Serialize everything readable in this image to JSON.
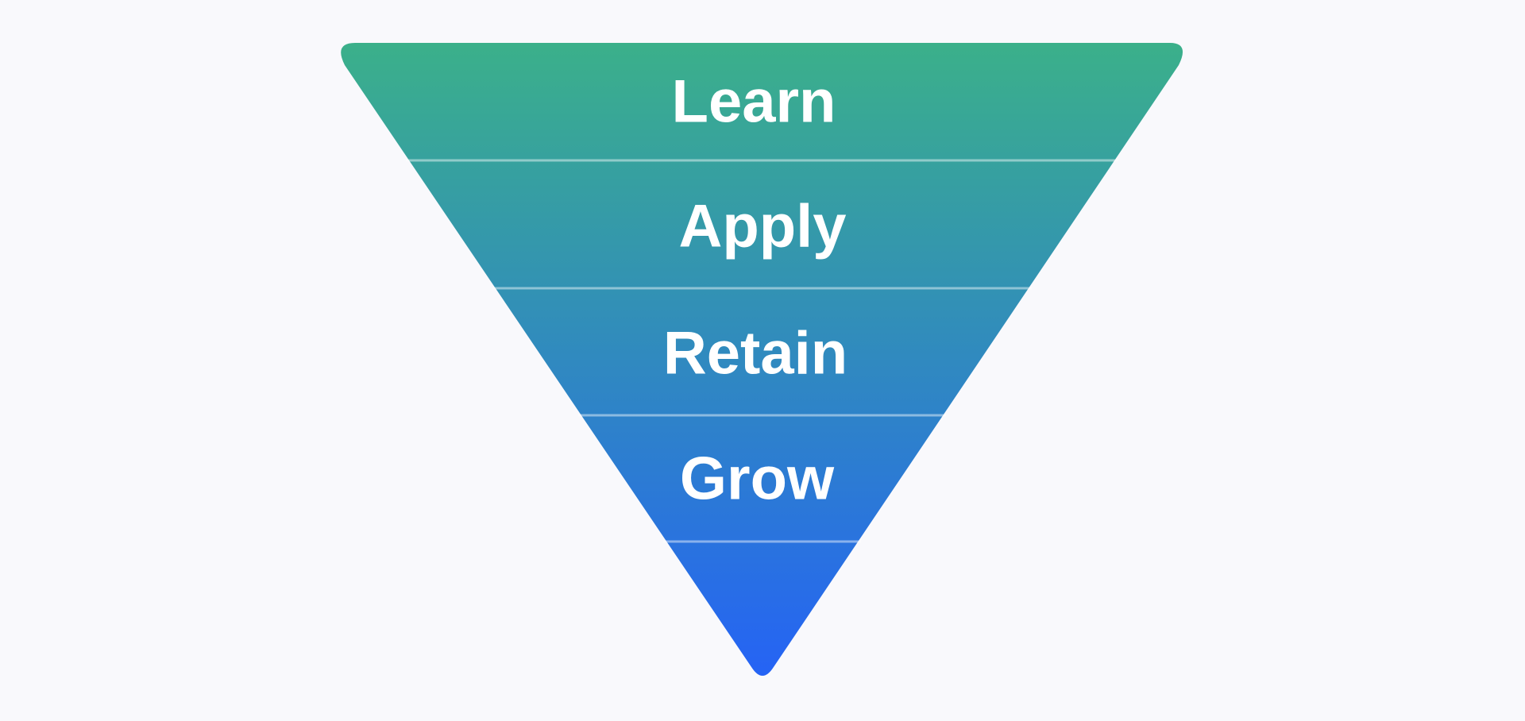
{
  "funnel": {
    "colors": {
      "top": "#3bb08a",
      "bottom": "#2563f5",
      "background": "#f9f9fc",
      "label": "#ffffff"
    },
    "stages": [
      {
        "label": "Learn"
      },
      {
        "label": "Apply"
      },
      {
        "label": "Retain"
      },
      {
        "label": "Grow"
      }
    ]
  }
}
